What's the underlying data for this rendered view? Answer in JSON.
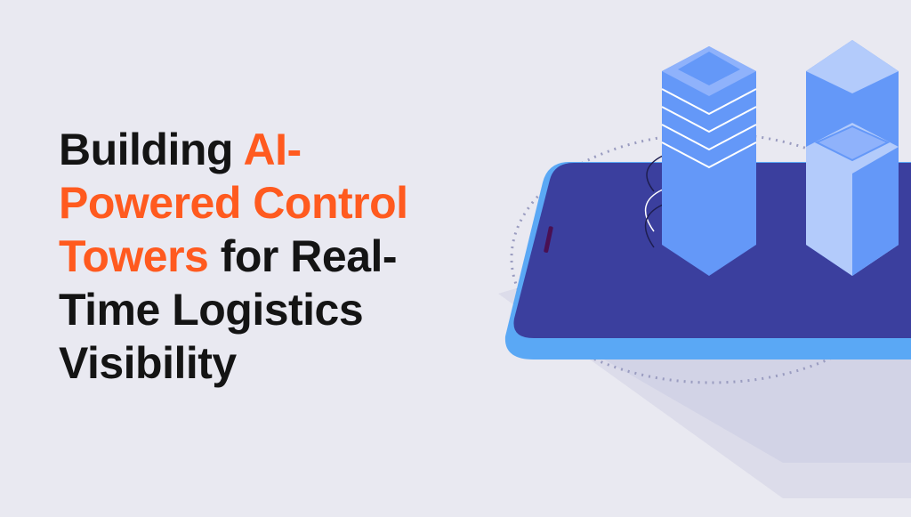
{
  "headline": {
    "lines": [
      {
        "before": "Building ",
        "accent": "AI-",
        "after": ""
      },
      {
        "before": "",
        "accent": "Powered Control",
        "after": ""
      },
      {
        "before": "",
        "accent": "Towers",
        "after": " for Real-"
      },
      {
        "before": "Time Logistics",
        "accent": "",
        "after": ""
      },
      {
        "before": "Visibility",
        "accent": "",
        "after": ""
      }
    ]
  },
  "colors": {
    "background": "#e9e9f1",
    "text": "#141414",
    "accent": "#ff5a1f",
    "phone_screen": "#3b3f9e",
    "phone_edge": "#5aa8f5",
    "tower": "#6498f8",
    "tower_light": "#b3cbfb"
  },
  "illustration": {
    "icons": [
      "smartphone-icon",
      "server-tower-icon",
      "server-box-icon",
      "signal-waves-icon"
    ]
  }
}
